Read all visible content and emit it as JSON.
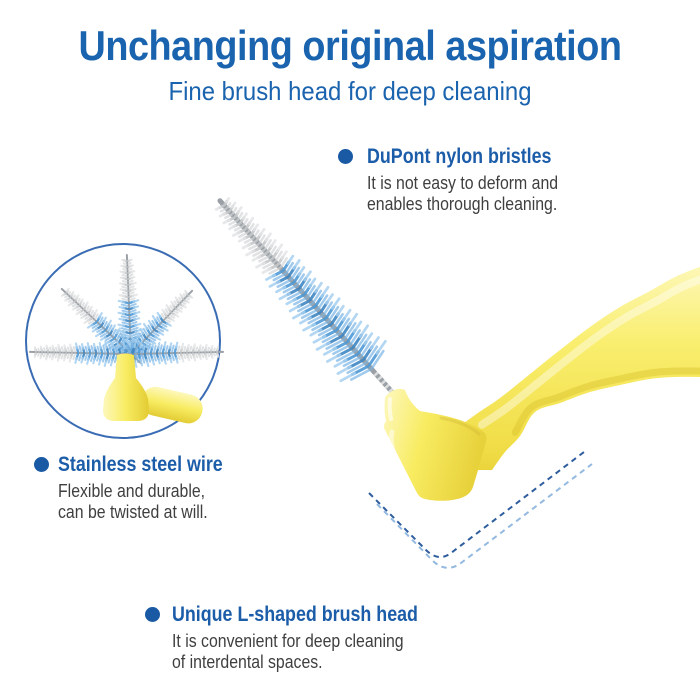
{
  "title": "Unchanging original aspiration",
  "subtitle": "Fine brush head for deep cleaning",
  "callouts": {
    "bristles": {
      "heading": "DuPont nylon bristles",
      "line1": "It is not easy to deform and",
      "line2": "enables thorough cleaning."
    },
    "wire": {
      "heading": "Stainless steel wire",
      "line1": "Flexible and durable,",
      "line2": "can be twisted at will."
    },
    "head": {
      "heading": "Unique L-shaped brush head",
      "line1": "It is convenient for deep cleaning",
      "line2": "of interdental spaces."
    }
  },
  "colors": {
    "title_blue": "#1a63ae",
    "heading_blue": "#1c5da9",
    "bullet_blue": "#1a5aa5",
    "body_gray": "#3f3f3f",
    "circle_stroke": "#3a6cb4",
    "dash_dark": "#2e5d9e",
    "dash_light": "#93b9e0",
    "yellow_light": "#fdf8bc",
    "yellow_mid": "#f8ec62",
    "yellow_dark": "#e3cc34",
    "bristle_blue_deep": "#3f87c4",
    "bristle_blue1": "#4e9ad6",
    "bristle_blue2": "#7ab5e4",
    "bristle_blue3": "#a6d0f0",
    "bristle_gray1": "#c6c8ca",
    "bristle_gray2": "#d4d6d8",
    "bristle_gray3": "#e2e4e6",
    "wire_gray": "#9aa0a5"
  }
}
